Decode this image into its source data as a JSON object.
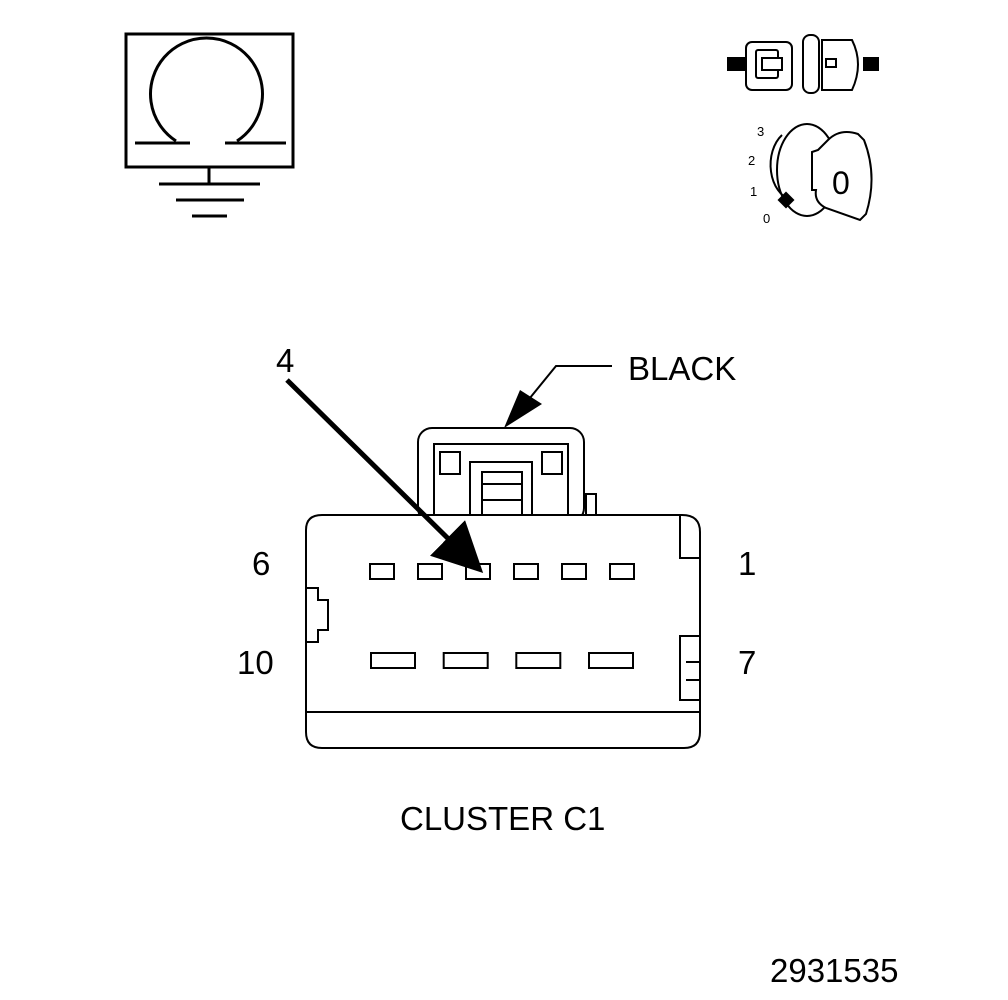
{
  "ohmmeter_icon": {
    "icon": "ohm-meter-with-ground-icon",
    "symbol": "Ω"
  },
  "connector_disconnect_icon": {
    "icon": "connector-disconnect-icon"
  },
  "ignition_icon": {
    "icon": "ignition-key-icon",
    "positions": [
      "3",
      "2",
      "1",
      "0"
    ],
    "key_position": "0"
  },
  "connector": {
    "color_label": "BLACK",
    "pin_callout": "4",
    "top_row": {
      "left_pin": "6",
      "right_pin": "1",
      "cavities": 6
    },
    "bottom_row": {
      "left_pin": "10",
      "right_pin": "7",
      "cavities": 4
    },
    "name": "CLUSTER C1"
  },
  "figure_number": "2931535",
  "colors": {
    "line": "#000000",
    "background": "#ffffff"
  }
}
